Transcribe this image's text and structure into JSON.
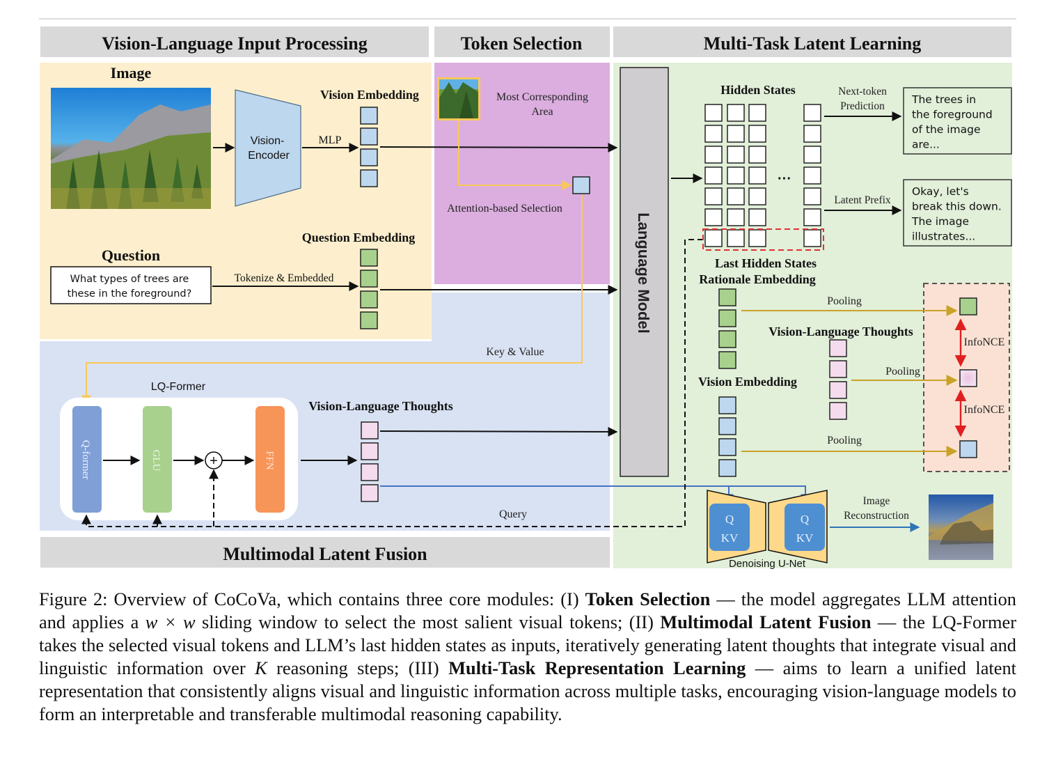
{
  "sections": {
    "input_processing": "Vision-Language Input Processing",
    "token_selection": "Token Selection",
    "multitask": "Multi-Task Latent Learning",
    "latent_fusion": "Multimodal Latent Fusion"
  },
  "input": {
    "image_label": "Image",
    "encoder_line1": "Vision-",
    "encoder_line2": "Encoder",
    "mlp_label": "MLP",
    "vision_embedding_label": "Vision Embedding",
    "question_label": "Question",
    "question_line1": "What types of trees are",
    "question_line2": "these in the foreground?",
    "tokenize_label": "Tokenize & Embedded",
    "question_embedding_label": "Question Embedding"
  },
  "token_selection": {
    "area_line1": "Most Corresponding",
    "area_line2": "Area",
    "attention_label": "Attention-based Selection",
    "key_value_label": "Key & Value"
  },
  "fusion": {
    "lqformer_label": "LQ-Former",
    "qformer_block": "Q-former",
    "glu_block": "GLU",
    "ffn_block": "FFN",
    "plus_symbol": "+",
    "vl_thoughts_label": "Vision-Language Thoughts",
    "query_label": "Query"
  },
  "language_model": {
    "label": "Language Model"
  },
  "multitask": {
    "hidden_states_label": "Hidden States",
    "ellipsis": "···",
    "next_token_line1": "Next-token",
    "next_token_line2": "Prediction",
    "latent_prefix_label": "Latent Prefix",
    "output1_lines": [
      "The trees in",
      "the foreground",
      "of the image",
      "are..."
    ],
    "output2_lines": [
      "Okay, let's",
      "break this down.",
      "The image",
      "illustrates..."
    ],
    "last_hidden_label": "Last Hidden States",
    "rationale_label": "Rationale Embedding",
    "vl_thoughts_label": "Vision-Language Thoughts",
    "vision_embedding_label": "Vision Embedding",
    "pooling_label": "Pooling",
    "infonce_label": "InfoNCE",
    "unet_q": "Q",
    "unet_kv": "KV",
    "unet_label": "Denoising U-Net",
    "recon_line1": "Image",
    "recon_line2": "Reconstruction"
  },
  "colors": {
    "header_gray": "#d9d9d9",
    "input_bg": "#fdefcd",
    "token_bg": "#dbaedf",
    "fusion_bg": "#d9e2f3",
    "multitask_bg": "#e2efd9",
    "infonce_bg": "#fbe1d3",
    "vision_token": "#bdd7ee",
    "question_token": "#a9d18e",
    "thought_token": "#f4dcee",
    "qformer": "#7f9fd6",
    "glu": "#a9d18e",
    "ffn": "#f79458",
    "unet_body": "#ffd98a",
    "unet_block": "#4e8fd1",
    "lm_gray": "#cfcdd0",
    "selection_orange": "#fac858",
    "pooling_gold": "#c9a227",
    "infonce_red": "#e02020",
    "query_blue": "#4472c4",
    "highlight_red": "#e03030"
  },
  "caption": {
    "prefix": "Figure 2: Overview of CoCoVa, which contains three core modules: (I) ",
    "b1": "Token Selection",
    "t1": " — the model aggregates LLM attention and applies a ",
    "math1": "w × w",
    "t2": " sliding window to select the most salient visual tokens; (II) ",
    "b2": "Multimodal Latent Fusion",
    "t3": " — the LQ-Former takes the selected visual tokens and LLM’s last hidden states as inputs, iteratively generating latent thoughts that integrate visual and linguistic information over ",
    "math2": "K",
    "t4": " reasoning steps; (III) ",
    "b3": "Multi-Task Representation Learning",
    "t5": " — aims to learn a unified latent representation that consistently aligns visual and linguistic information across multiple tasks, encouraging vision-language models to form an interpretable and transferable multimodal reasoning capability."
  }
}
